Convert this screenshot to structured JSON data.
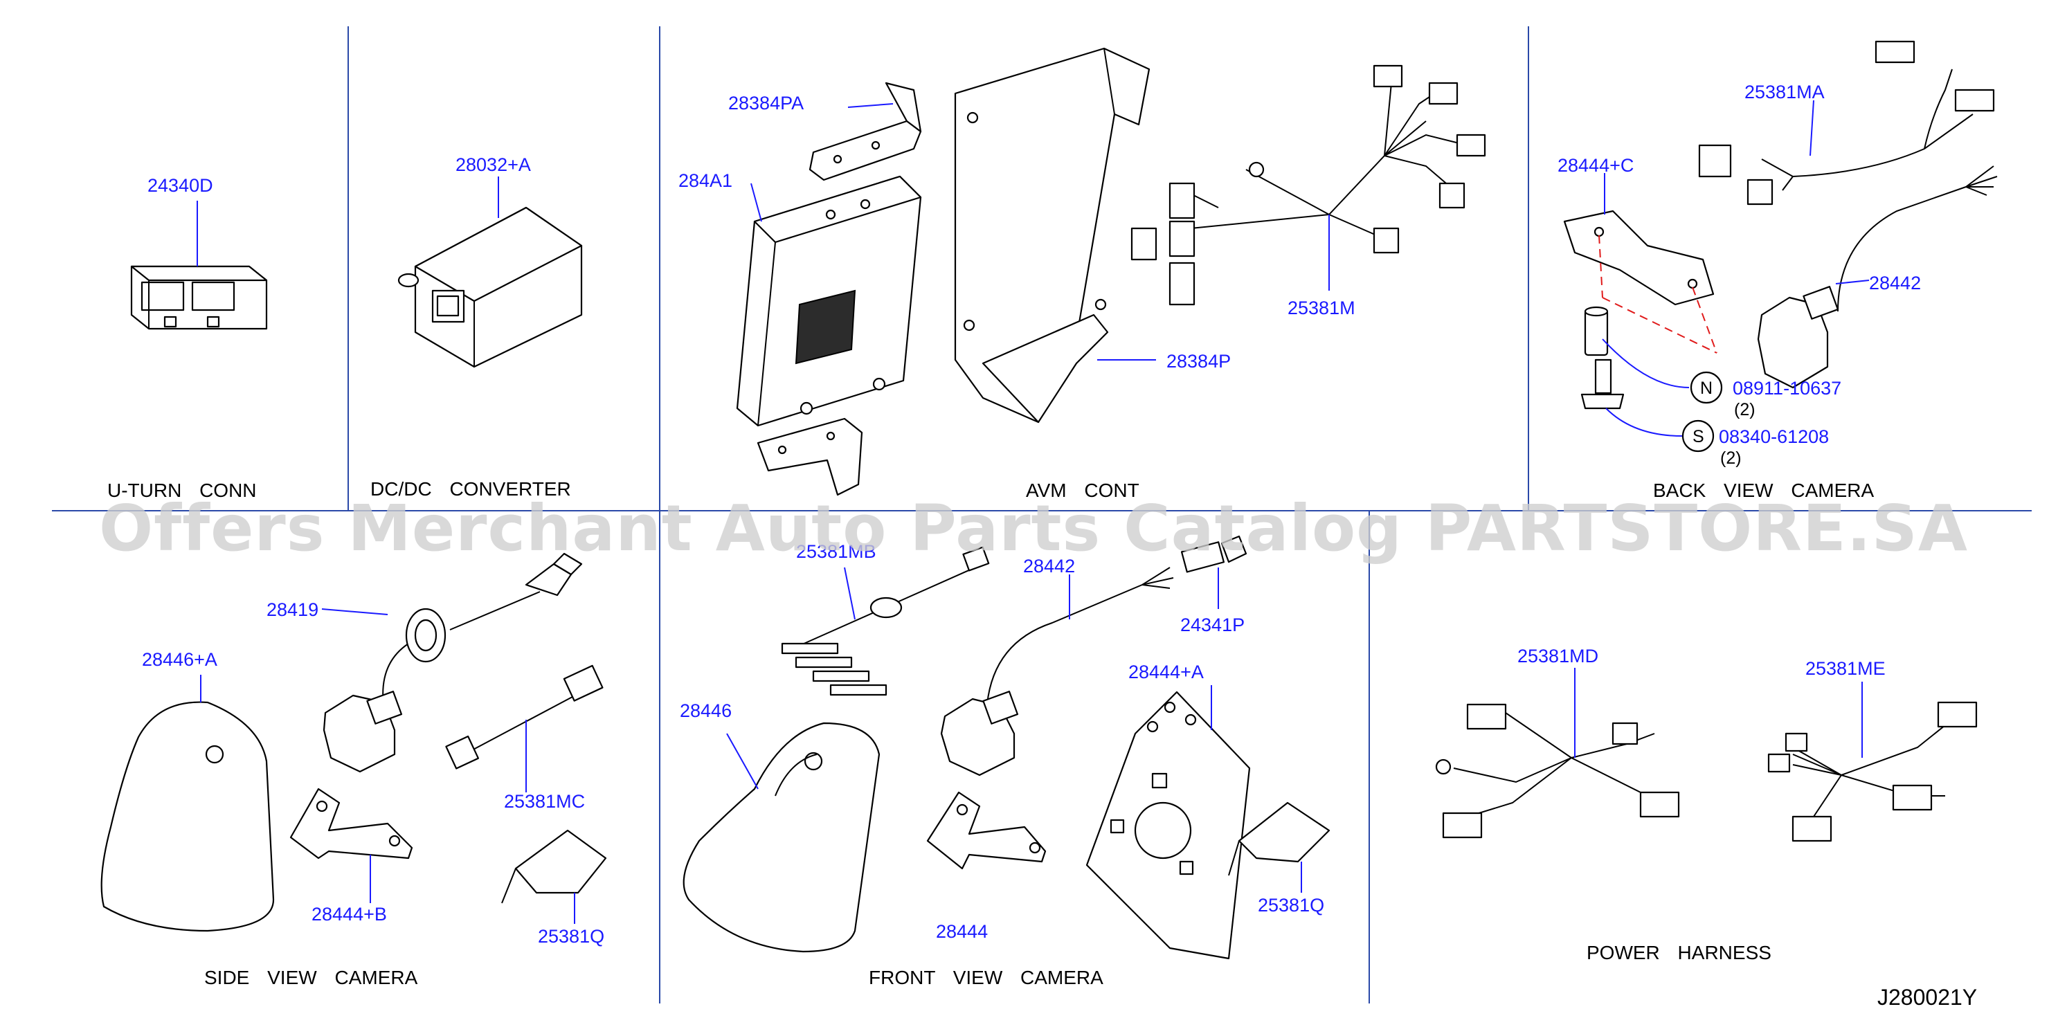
{
  "sections": {
    "u_turn_conn": "U-TURN CONN",
    "dcdc_converter": "DC/DC CONVERTER",
    "avm_cont": "AVM CONT",
    "back_view_camera": "BACK VIEW CAMERA",
    "side_view_camera": "SIDE VIEW CAMERA",
    "front_view_camera": "FRONT VIEW CAMERA",
    "power_harness": "POWER HARNESS"
  },
  "parts": {
    "p24340D": "24340D",
    "p28032A": "28032+A",
    "p28384PA": "28384PA",
    "p284A1": "284A1",
    "p28384P": "28384P",
    "p25381M": "25381M",
    "p28444C": "28444+C",
    "p25381MA": "25381MA",
    "p28442_back": "28442",
    "p08911": "08911-10637",
    "p08340": "08340-61208",
    "p28419": "28419",
    "p28446A": "28446+A",
    "p25381MC": "25381MC",
    "p28444B": "28444+B",
    "p25381Q_side": "25381Q",
    "p25381MB": "25381MB",
    "p28442_front": "28442",
    "p24341P": "24341P",
    "p28446": "28446",
    "p28444A": "28444+A",
    "p28444": "28444",
    "p25381Q_front": "25381Q",
    "p25381MD": "25381MD",
    "p25381ME": "25381ME"
  },
  "callouts": {
    "n_symbol": "N",
    "s_symbol": "S",
    "qty_n": "(2)",
    "qty_s": "(2)"
  },
  "diagram_id": "J280021Y",
  "watermark": "Offers Merchant Auto Parts Catalog PARTSTORE.SA",
  "colors": {
    "label_blue": "#1a1aff",
    "divider_blue": "#2a49a8",
    "dashed_red": "#e01b1b",
    "watermark_gray": "#cfcfcf"
  }
}
